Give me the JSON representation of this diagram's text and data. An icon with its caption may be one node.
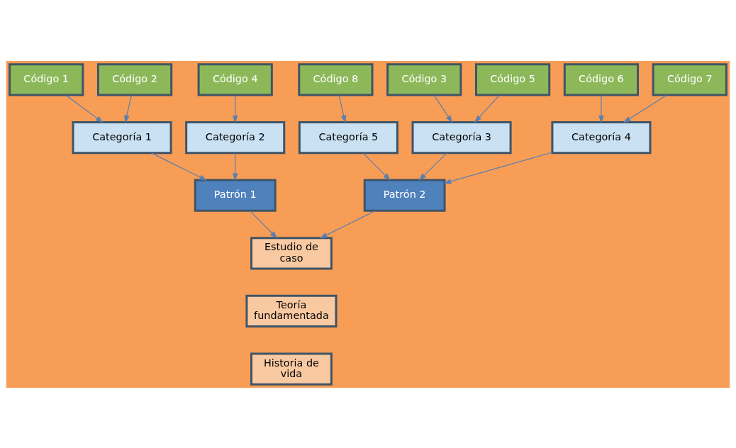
{
  "diagram": {
    "nodes": [
      {
        "text": [
          "Código 1"
        ]
      },
      {
        "text": [
          "Código 2"
        ]
      },
      {
        "text": [
          "Código 3"
        ]
      },
      {
        "text": [
          "Código 4"
        ]
      },
      {
        "text": [
          "Código 5"
        ]
      },
      {
        "text": [
          "Código 6"
        ]
      },
      {
        "text": [
          "Código 7"
        ]
      },
      {
        "text": [
          "Código 8"
        ]
      },
      {
        "text": [
          "Categoría 1"
        ]
      },
      {
        "text": [
          "Categoría 2"
        ]
      },
      {
        "text": [
          "Categoría 3"
        ]
      },
      {
        "text": [
          "Categoría 4"
        ]
      },
      {
        "text": [
          "Categoría 5"
        ]
      },
      {
        "text": [
          "Patrón 1"
        ]
      },
      {
        "text": [
          "Patrón 2"
        ]
      },
      {
        "text": [
          "Estudio de caso"
        ]
      },
      {
        "text": [
          "Teoría fundamentada"
        ]
      },
      {
        "text": [
          "Historia de vida"
        ]
      }
    ],
    "edges": [
      {
        "from": 0,
        "to": 8,
        "arrow": "to"
      },
      {
        "from": 1,
        "to": 8,
        "arrow": "to"
      },
      {
        "from": 2,
        "to": 10,
        "arrow": "to"
      },
      {
        "from": 3,
        "to": 9,
        "arrow": "to"
      },
      {
        "from": 4,
        "to": 10,
        "arrow": "to"
      },
      {
        "from": 5,
        "to": 11,
        "arrow": "to"
      },
      {
        "from": 6,
        "to": 11,
        "arrow": "to"
      },
      {
        "from": 7,
        "to": 12,
        "arrow": "to"
      },
      {
        "from": 8,
        "to": 13,
        "arrow": "to"
      },
      {
        "from": 9,
        "to": 13,
        "arrow": "to"
      },
      {
        "from": 10,
        "to": 14,
        "arrow": "to"
      },
      {
        "from": 11,
        "to": 14,
        "arrow": "to"
      },
      {
        "from": 12,
        "to": 14,
        "arrow": "to"
      },
      {
        "from": 13,
        "to": 15,
        "arrow": "to"
      },
      {
        "from": 14,
        "to": 15,
        "arrow": "to"
      }
    ]
  }
}
